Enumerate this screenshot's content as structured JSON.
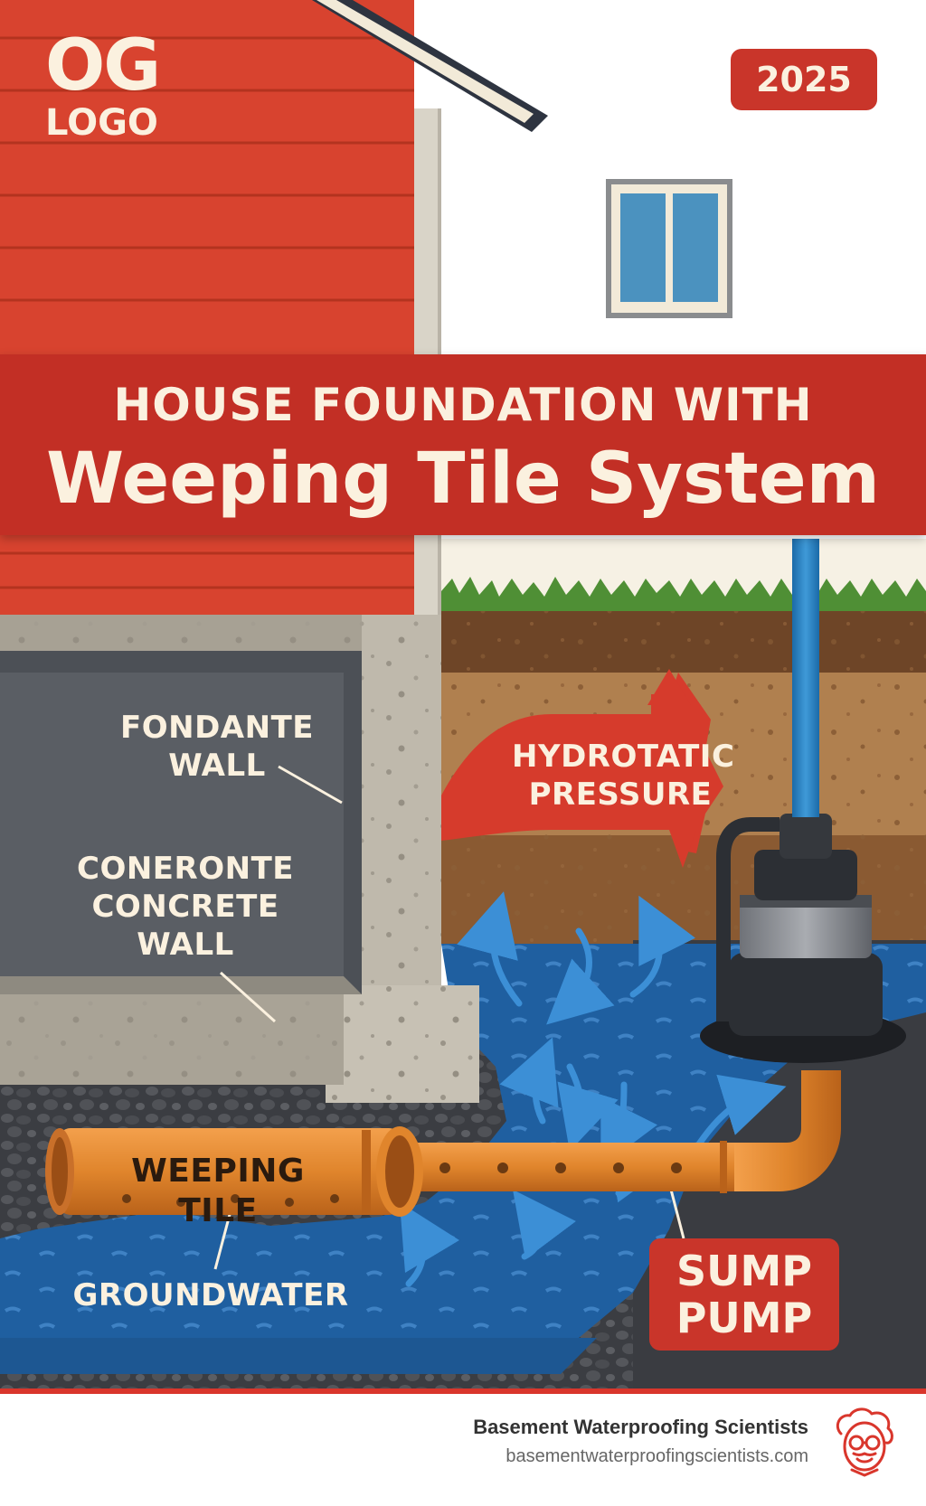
{
  "logo": {
    "big": "OG",
    "small": "LOGO"
  },
  "year": "2025",
  "title": {
    "line1": "HOUSE FOUNDATION WITH",
    "line2": "Weeping Tile System"
  },
  "labels": {
    "fondante_wall": [
      "FONDANTE",
      "WALL"
    ],
    "concrete_wall": [
      "CONERONTE",
      "CONCRETE",
      "WALL"
    ],
    "hydrostatic": [
      "HYDROTATIC",
      "PRESSURE"
    ],
    "weeping_tile": "WEEPING TILE",
    "groundwater": "GROUNDWATER",
    "sump_pump": [
      "SUMP",
      "PUMP"
    ]
  },
  "footer": {
    "company": "Basement Waterproofing Scientists",
    "website": "basementwaterproofingscientists.com"
  },
  "colors": {
    "siding_red": "#d8432f",
    "banner_red": "#c22f25",
    "water_blue": "#1f5fa0",
    "pipe_orange": "#e0852c",
    "concrete_gray": "#b9b3a7",
    "soil_brown": "#b0804f"
  }
}
